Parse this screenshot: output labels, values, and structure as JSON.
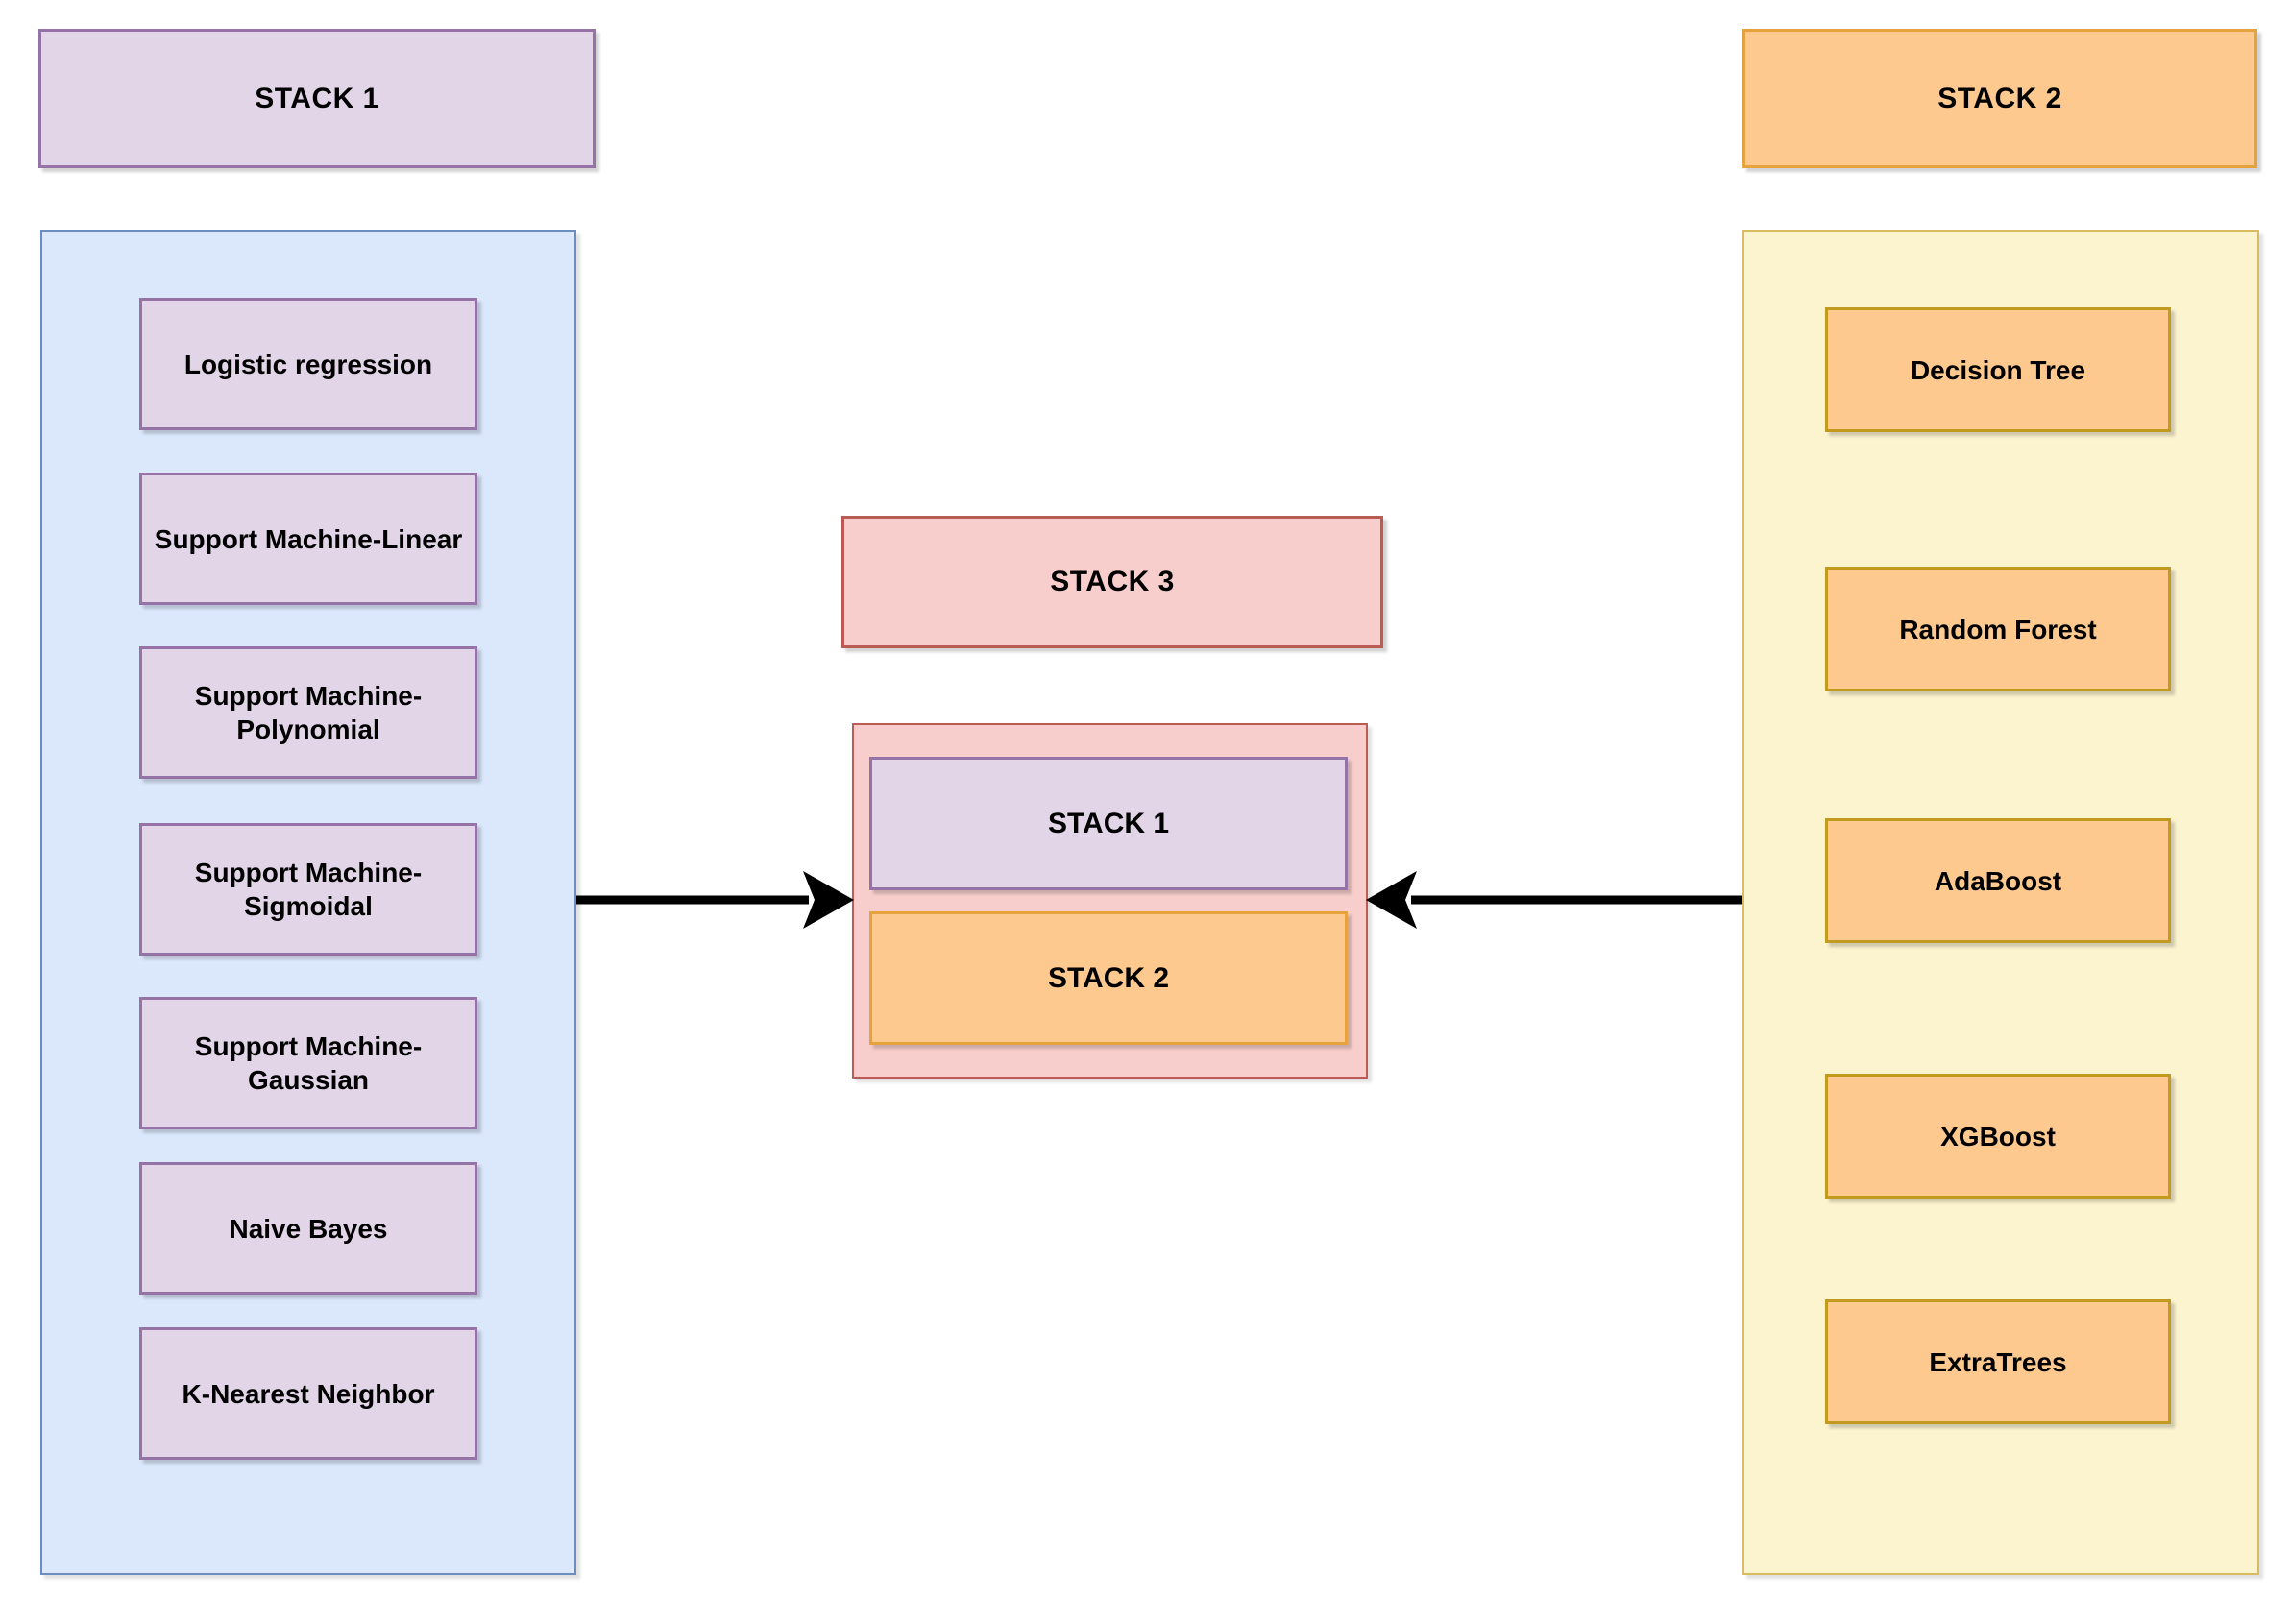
{
  "palette": {
    "purple_fill": "#E3D5E8",
    "purple_stroke": "#9673A6",
    "blue_fill": "#DBE8FC",
    "blue_stroke": "#6C8EBF",
    "yellow_fill": "#FCF3CF",
    "yellow_stroke": "#D8BC5F",
    "orange_fill": "#FDC98F",
    "orange_stroke": "#E6A23C",
    "gold_stroke": "#C29A1F",
    "pink_fill": "#F8CECC",
    "pink_stroke": "#BB5B56",
    "arrow_color": "#000000",
    "text_color": "#000000"
  },
  "left_panel": {
    "header": "STACK 1",
    "items": [
      "Logistic regression",
      "Support Machine-Linear",
      "Support Machine-Polynomial",
      "Support Machine-Sigmoidal",
      "Support Machine-Gaussian",
      "Naive Bayes",
      "K-Nearest Neighbor"
    ]
  },
  "right_panel": {
    "header": "STACK 2",
    "items": [
      "Decision Tree",
      "Random Forest",
      "AdaBoost",
      "XGBoost",
      "ExtraTrees"
    ]
  },
  "center": {
    "header": "STACK 3",
    "stacked_items": [
      "STACK 1",
      "STACK 2"
    ]
  }
}
